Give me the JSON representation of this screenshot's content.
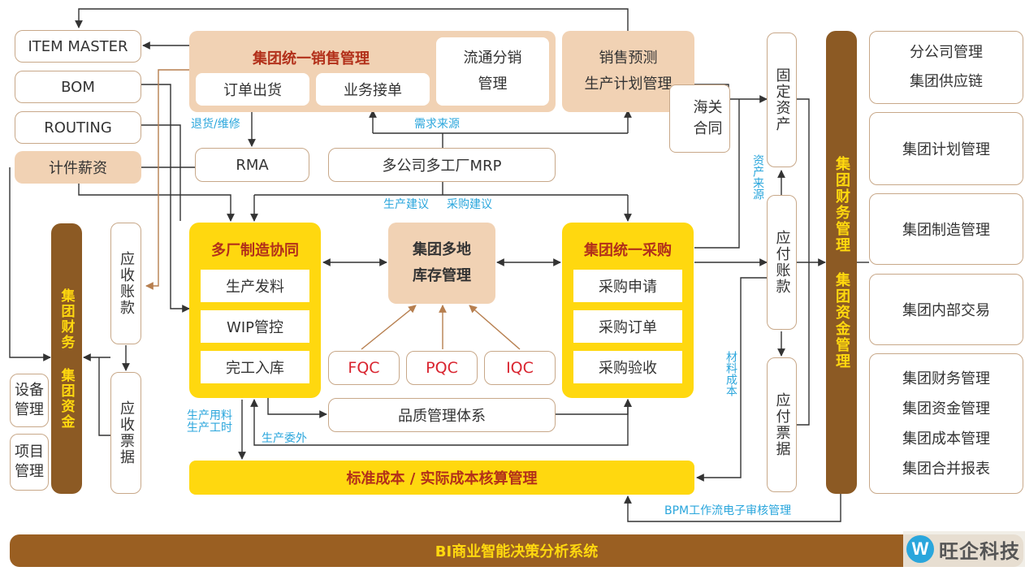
{
  "left": {
    "item_master": "ITEM MASTER",
    "bom": "BOM",
    "routing": "ROUTING",
    "piece_pay": "计件薪资",
    "finance_vertical": "集团财务  集团资金",
    "equipment": "设备管理",
    "project": "项目管理",
    "receivable": "应收账款",
    "receivable_notes": "应收票据"
  },
  "top": {
    "sales_title": "集团统一销售管理",
    "order_delivery": "订单出货",
    "business_order": "业务接单",
    "distribution_line1": "流通分销",
    "distribution_line2": "管理",
    "forecast_line1": "销售预测",
    "forecast_line2": "生产计划管理",
    "customs_line1": "海关",
    "customs_line2": "合同",
    "rma": "RMA",
    "mrp": "多公司多工厂MRP"
  },
  "middle": {
    "mfg_title": "多厂制造协同",
    "mfg_items": [
      "生产发料",
      "WIP管控",
      "完工入库"
    ],
    "inventory_line1": "集团多地",
    "inventory_line2": "库存管理",
    "purchase_title": "集团统一采购",
    "purchase_items": [
      "采购申请",
      "采购订单",
      "采购验收"
    ],
    "fqc": "FQC",
    "pqc": "PQC",
    "iqc": "IQC",
    "quality": "品质管理体系",
    "cost": "标准成本 / 实际成本核算管理"
  },
  "right_col": {
    "fixed_assets": "固定资产",
    "payable": "应付账款",
    "payable_notes": "应付票据",
    "fin_vertical": "集团财务管理  集团资金管理"
  },
  "right_panel": [
    {
      "lines": [
        "分公司管理",
        "集团供应链"
      ]
    },
    {
      "lines": [
        "集团计划管理"
      ]
    },
    {
      "lines": [
        "集团制造管理"
      ]
    },
    {
      "lines": [
        "集团内部交易"
      ]
    },
    {
      "lines": [
        "集团财务管理",
        "集团资金管理",
        "集团成本管理",
        "集团合并报表"
      ]
    }
  ],
  "labels": {
    "return_repair": "退货/维修",
    "demand_source": "需求来源",
    "production_advice": "生产建议",
    "purchase_advice": "采购建议",
    "asset_source": "资产来源",
    "material_cost": "材料成本",
    "prod_material": "生产用料",
    "prod_hours": "生产工时",
    "outsourcing": "生产委外",
    "bpm": "BPM工作流电子审核管理"
  },
  "bottom_bar": "BI商业智能决策分析系统",
  "logo": {
    "mark": "W",
    "text": "旺企科技"
  },
  "colors": {
    "yellow": "#ffd80f",
    "tan": "#f1d2b4",
    "brown": "#8c5a24",
    "outline": "#c8a889",
    "red": "#d9242f",
    "blue_label": "#2aa6dc",
    "header_red": "#b2301a"
  }
}
